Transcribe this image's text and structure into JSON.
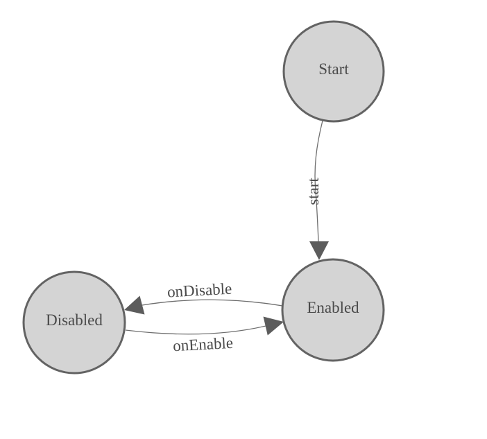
{
  "colors": {
    "background": "#ffffff",
    "node_fill": "#d4d4d4",
    "node_stroke": "#636363",
    "edge_stroke": "#6e6e6e",
    "arrow_fill": "#5c5c5c",
    "label_color": "#4a4a4a"
  },
  "nodes": [
    {
      "id": "start",
      "label": "Start"
    },
    {
      "id": "enabled",
      "label": "Enabled"
    },
    {
      "id": "disabled",
      "label": "Disabled"
    }
  ],
  "edges": [
    {
      "id": "start-transition",
      "from": "Start",
      "to": "Enabled",
      "label": "start"
    },
    {
      "id": "disable-transition",
      "from": "Enabled",
      "to": "Disabled",
      "label": "onDisable"
    },
    {
      "id": "enable-transition",
      "from": "Disabled",
      "to": "Enabled",
      "label": "onEnable"
    }
  ]
}
